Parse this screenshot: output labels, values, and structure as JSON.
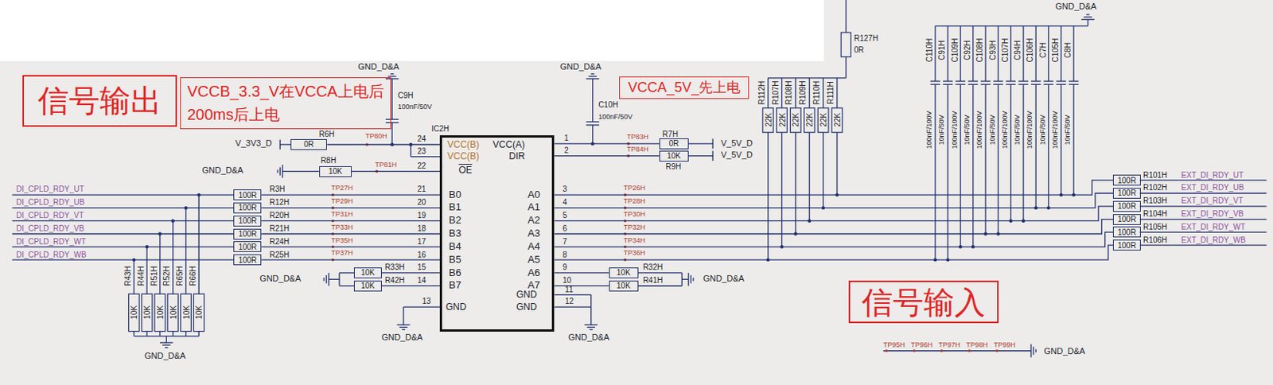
{
  "diagram": {
    "nodes": [
      {
        "text": [
          "信号输出"
        ]
      },
      {
        "text": [
          "VCCB_3.3_V在VCCA上电后 200ms后上电"
        ]
      },
      {
        "text": [
          "VCCA_5V_先上电"
        ]
      },
      {
        "text": [
          "IC2H"
        ]
      },
      {
        "text": [
          "0R"
        ]
      },
      {
        "text": [
          "10K"
        ]
      },
      {
        "text": [
          "100R"
        ]
      },
      {
        "text": [
          "100R"
        ]
      },
      {
        "text": [
          "100R"
        ]
      },
      {
        "text": [
          "100R"
        ]
      },
      {
        "text": [
          "100R"
        ]
      },
      {
        "text": [
          "100R"
        ]
      },
      {
        "text": [
          "10K"
        ]
      },
      {
        "text": [
          "10K"
        ]
      },
      {
        "text": [
          "0R"
        ]
      },
      {
        "text": [
          "10K"
        ]
      },
      {
        "text": [
          "10K"
        ]
      },
      {
        "text": [
          "10K"
        ]
      },
      {
        "text": [
          "100R"
        ]
      },
      {
        "text": [
          "100R"
        ]
      },
      {
        "text": [
          "100R"
        ]
      },
      {
        "text": [
          "100R"
        ]
      },
      {
        "text": [
          "100R"
        ]
      },
      {
        "text": [
          "100R"
        ]
      },
      {
        "text": [
          "信号输入"
        ]
      }
    ],
    "edges": [
      {
        "from": 4,
        "to": 3,
        "arrow": "none"
      },
      {
        "from": 5,
        "to": 3,
        "arrow": "none"
      },
      {
        "from": 6,
        "to": 3,
        "arrow": "none"
      },
      {
        "from": 7,
        "to": 3,
        "arrow": "none"
      },
      {
        "from": 8,
        "to": 3,
        "arrow": "none"
      },
      {
        "from": 9,
        "to": 3,
        "arrow": "none"
      },
      {
        "from": 10,
        "to": 3,
        "arrow": "none"
      },
      {
        "from": 11,
        "to": 3,
        "arrow": "none"
      },
      {
        "from": 12,
        "to": 3,
        "arrow": "none"
      },
      {
        "from": 13,
        "to": 3,
        "arrow": "none"
      },
      {
        "from": 3,
        "to": 14,
        "arrow": "none"
      },
      {
        "from": 3,
        "to": 15,
        "arrow": "none"
      },
      {
        "from": 3,
        "to": 16,
        "arrow": "none"
      },
      {
        "from": 3,
        "to": 17,
        "arrow": "none"
      },
      {
        "from": 3,
        "to": 18,
        "arrow": "none"
      },
      {
        "from": 3,
        "to": 19,
        "arrow": "none"
      },
      {
        "from": 3,
        "to": 20,
        "arrow": "none"
      },
      {
        "from": 3,
        "to": 21,
        "arrow": "none"
      },
      {
        "from": 3,
        "to": 22,
        "arrow": "none"
      },
      {
        "from": 3,
        "to": 23,
        "arrow": "none"
      }
    ],
    "labels": [
      "GND_D&A",
      "C9H",
      "100nF/50V",
      "R6H",
      "TP80H",
      "V_3V3_D",
      "R8H",
      "TP81H",
      "GND_D&A",
      "24",
      "VCC(B)",
      "23",
      "VCC(B)",
      "22",
      "OE",
      "VCC(A)",
      "DIR",
      "1",
      "2",
      "GND_D&A",
      "C10H",
      "100nF/50V",
      "TP83H",
      "TP84H",
      "R7H",
      "V_5V_D",
      "V_5V_D",
      "R9H",
      "DI_CPLD_RDY_UT",
      "DI_CPLD_RDY_UB",
      "DI_CPLD_RDY_VT",
      "DI_CPLD_RDY_VB",
      "DI_CPLD_RDY_WT",
      "DI_CPLD_RDY_WB",
      "R3H",
      "R12H",
      "R20H",
      "R21H",
      "R24H",
      "R25H",
      "TP27H",
      "TP29H",
      "TP31H",
      "TP33H",
      "TP35H",
      "TP37H",
      "21",
      "20",
      "19",
      "18",
      "17",
      "16",
      "15",
      "14",
      "B0",
      "B1",
      "B2",
      "B3",
      "B4",
      "B5",
      "B6",
      "B7",
      "R33H",
      "R42H",
      "GND_D&A",
      "R43H",
      "R44H",
      "R51H",
      "R52H",
      "R65H",
      "R66H",
      "10K",
      "10K",
      "10K",
      "10K",
      "10K",
      "10K",
      "GND_D&A",
      "13",
      "GND",
      "GND",
      "GND",
      "11",
      "12",
      "GND_D&A",
      "GND_D&A",
      "A0",
      "A1",
      "A2",
      "A3",
      "A4",
      "A5",
      "A6",
      "A7",
      "3",
      "4",
      "5",
      "6",
      "7",
      "8",
      "9",
      "10",
      "TP26H",
      "TP28H",
      "TP30H",
      "TP32H",
      "TP34H",
      "TP36H",
      "R32H",
      "R41H",
      "GND_D&A",
      "R112H",
      "R107H",
      "R108H",
      "R109H",
      "R110H",
      "R111H",
      "22K",
      "22K",
      "22K",
      "22K",
      "22K",
      "22K",
      "R127H",
      "0R",
      "GND_D&A",
      "C110H",
      "C91H",
      "C109H",
      "C92H",
      "C108H",
      "C93H",
      "C107H",
      "C94H",
      "C106H",
      "C7H",
      "C105H",
      "C8H",
      "100nF/100V",
      "10nF/50V",
      "100nF/100V",
      "10nF/50V",
      "100nF/100V",
      "10nF/50V",
      "100nF/100V",
      "10nF/50V",
      "100nF/100V",
      "10nF/50V",
      "100nF/100V",
      "10nF/50V",
      "R101H",
      "R102H",
      "R103H",
      "R104H",
      "R105H",
      "R106H",
      "EXT_DI_RDY_UT",
      "EXT_DI_RDY_UB",
      "EXT_DI_RDY_VT",
      "EXT_DI_RDY_VB",
      "EXT_DI_RDY_WT",
      "EXT_DI_RDY_WB",
      "TP95H",
      "TP96H",
      "TP97H",
      "TP98H",
      "TP99H",
      "GND_D&A"
    ]
  }
}
